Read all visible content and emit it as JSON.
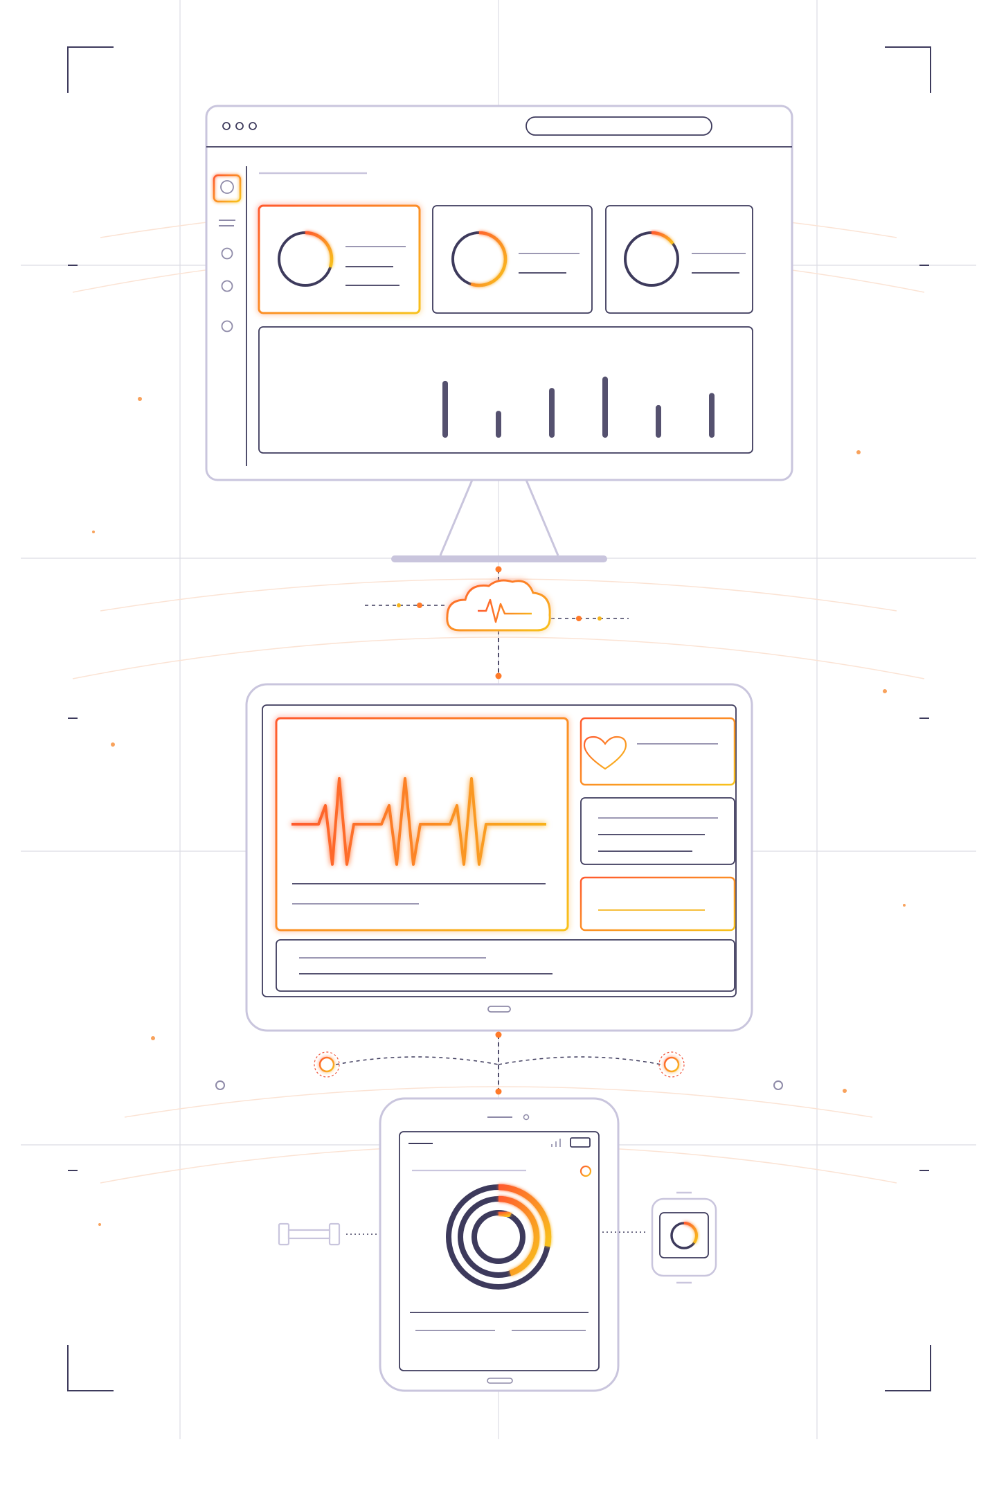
{
  "palette": {
    "outline_light": "#c9c5dd",
    "outline_dark": "#3d3a5c",
    "accent_orange": "#ff7a29",
    "accent_yellow": "#f5b51e",
    "accent_red": "#f0543a",
    "guide_line": "#dcdce4",
    "arc_line": "#fbe3d4",
    "background": "#ffffff"
  },
  "icons": {
    "browser_window_dots": "three-dots-icon",
    "sidebar_avatar": "avatar-icon",
    "sidebar_menu": "hamburger-icon",
    "cloud": "cloud-pulse-icon",
    "heart": "heart-icon",
    "dumbbell": "dumbbell-icon",
    "smartwatch": "smartwatch-icon",
    "signal": "signal-icon",
    "battery": "battery-icon"
  },
  "desktop": {
    "stat_rings": [
      {
        "progress": 0.3
      },
      {
        "progress": 0.55
      },
      {
        "progress": 0.15
      }
    ],
    "bars": [
      0.72,
      0.3,
      0.62,
      0.78,
      0.38,
      0.55
    ]
  },
  "phone": {
    "rings": [
      {
        "progress": 0.28
      },
      {
        "progress": 0.45
      },
      {
        "progress": 0.08
      }
    ]
  },
  "watch": {
    "ring_progress": 0.35
  }
}
